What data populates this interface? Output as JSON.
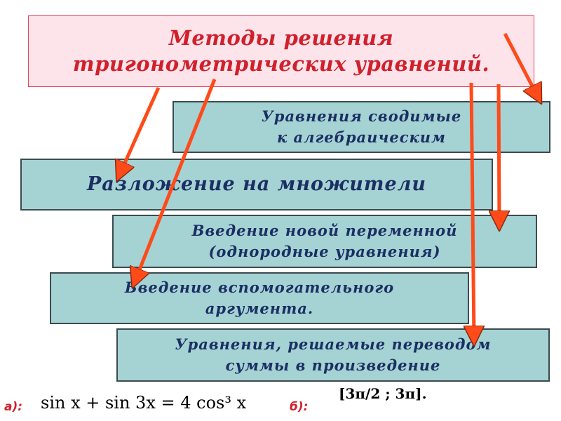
{
  "title": {
    "line1": "Методы  решения",
    "line2": "тригонометрических  уравнений."
  },
  "methods": [
    {
      "line1": "Уравнения  сводимые",
      "line2": "к  алгебраическим"
    },
    {
      "line1": "Разложение  на  множители"
    },
    {
      "line1": "Введение  новой  переменной",
      "line2": "(однородные  уравнения)"
    },
    {
      "line1": "Введение  вспомогательного",
      "line2": "аргумента."
    },
    {
      "line1": "Уравнения,  решаемые  переводом",
      "line2": "суммы  в  произведение"
    }
  ],
  "example": {
    "label_a": "а):",
    "equation": "sin x + sin 3x = 4 cos³ x",
    "label_b": "б):",
    "interval": "[3π/2 ; 3π]."
  },
  "colors": {
    "title_text": "#d0202c",
    "title_bg": "#fde3ea",
    "box_bg": "#a5d3d4",
    "box_text": "#1b2f63",
    "arrow": "#ff4a1a"
  }
}
